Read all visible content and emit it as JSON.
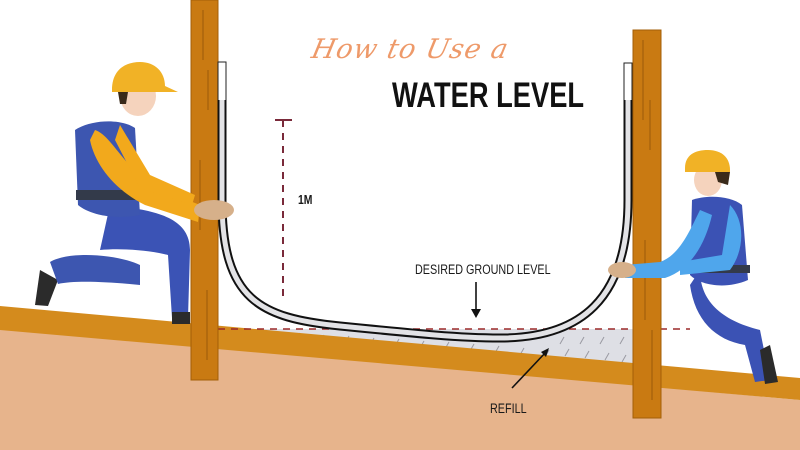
{
  "title": {
    "script_line": "How to Use a",
    "main_line": "WATER LEVEL"
  },
  "labels": {
    "height_marker": "1M",
    "desired_ground_level": "DESIRED GROUND LEVEL",
    "refill": "REFILL"
  },
  "figures": [
    {
      "name": "left-worker",
      "shirt_color": "#f2a91c",
      "overalls_color": "#3d56b0",
      "helmet_color": "#f1b226"
    },
    {
      "name": "right-worker",
      "shirt_color": "#4fa6ec",
      "overalls_color": "#3b52b4",
      "helmet_color": "#f1b226"
    }
  ],
  "colors": {
    "pole": "#c97a12",
    "ground_band": "#d48b1d",
    "soil": "#e7b48c",
    "refill": "#dcdde3",
    "level_line": "#9b2a2a",
    "tube_outline": "#111111"
  }
}
